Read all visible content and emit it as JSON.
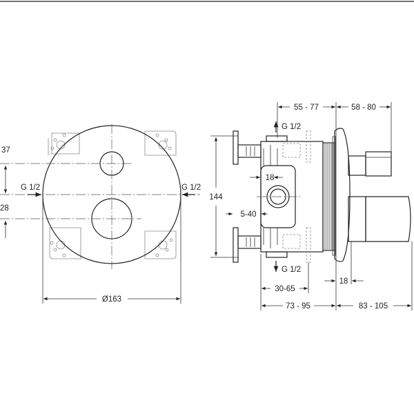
{
  "front_view": {
    "dim_upper": "37",
    "dim_lower": "28",
    "inlet_left": "G 1/2",
    "inlet_right": "G 1/2",
    "diameter": "Ø163"
  },
  "side_view": {
    "dim_top_left": "55 - 77",
    "dim_top_right": "58 - 80",
    "outlet_top": "G 1/2",
    "outlet_bottom": "G 1/2",
    "height": "144",
    "port_width": "18",
    "offset": "5-40",
    "plate_thickness": "18",
    "depth_range": "30-65",
    "dim_bottom_left": "73 - 95",
    "dim_bottom_right": "83 - 105"
  }
}
